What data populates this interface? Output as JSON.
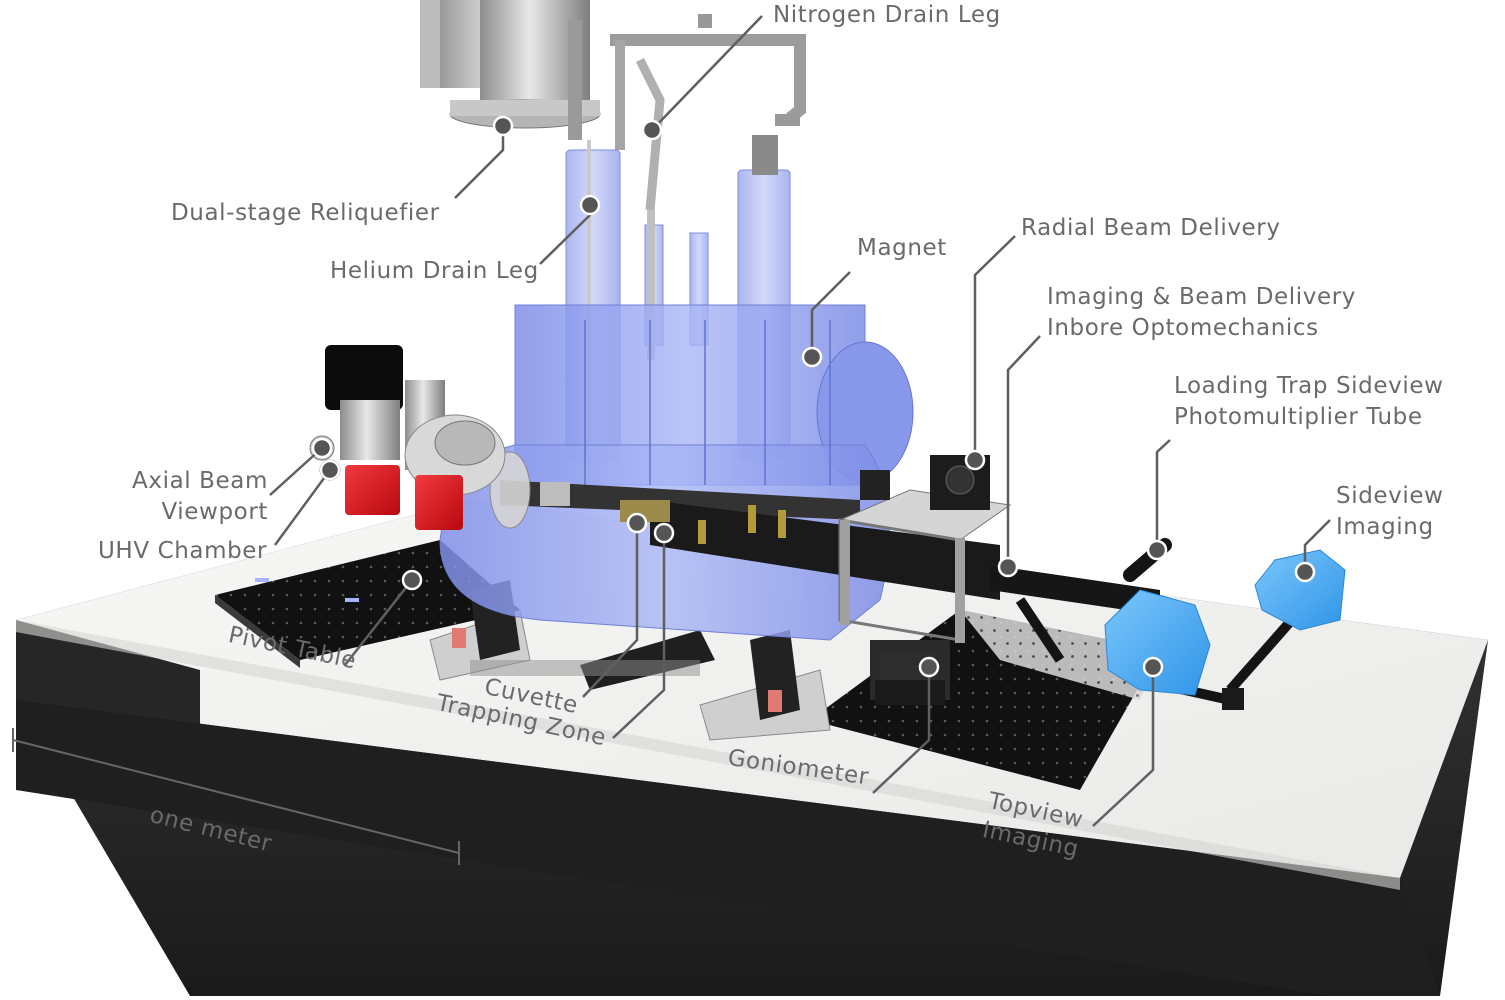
{
  "figure": {
    "labels": {
      "nitrogen_drain_leg": "Nitrogen Drain Leg",
      "dual_stage_reliquefier": "Dual-stage Reliquefier",
      "helium_drain_leg": "Helium Drain Leg",
      "magnet": "Magnet",
      "radial_beam_delivery": "Radial Beam Delivery",
      "imaging_beam_delivery_1": "Imaging & Beam Delivery",
      "imaging_beam_delivery_2": "Inbore Optomechanics",
      "loading_trap_1": "Loading Trap Sideview",
      "loading_trap_2": "Photomultiplier Tube",
      "sideview_imaging_1": "Sideview",
      "sideview_imaging_2": "Imaging",
      "axial_beam_viewport_1": "Axial Beam",
      "axial_beam_viewport_2": "Viewport",
      "uhv_chamber": "UHV Chamber",
      "pivot_table": "Pivot Table",
      "cuvette": "Cuvette",
      "trapping_zone": "Trapping Zone",
      "goniometer": "Goniometer",
      "topview_imaging_1": "Topview",
      "topview_imaging_2": "Imaging",
      "scale_bar": "one meter"
    },
    "colors": {
      "label_text": "#6a6a6a",
      "leader_line": "#5f5f5f",
      "magnet_blue": "#8a9cf0",
      "camera_blue": "#4aaef5",
      "flange_red": "#e0141c",
      "slab_top": "#f2f2f0",
      "slab_side": "#2c2c2c"
    }
  }
}
